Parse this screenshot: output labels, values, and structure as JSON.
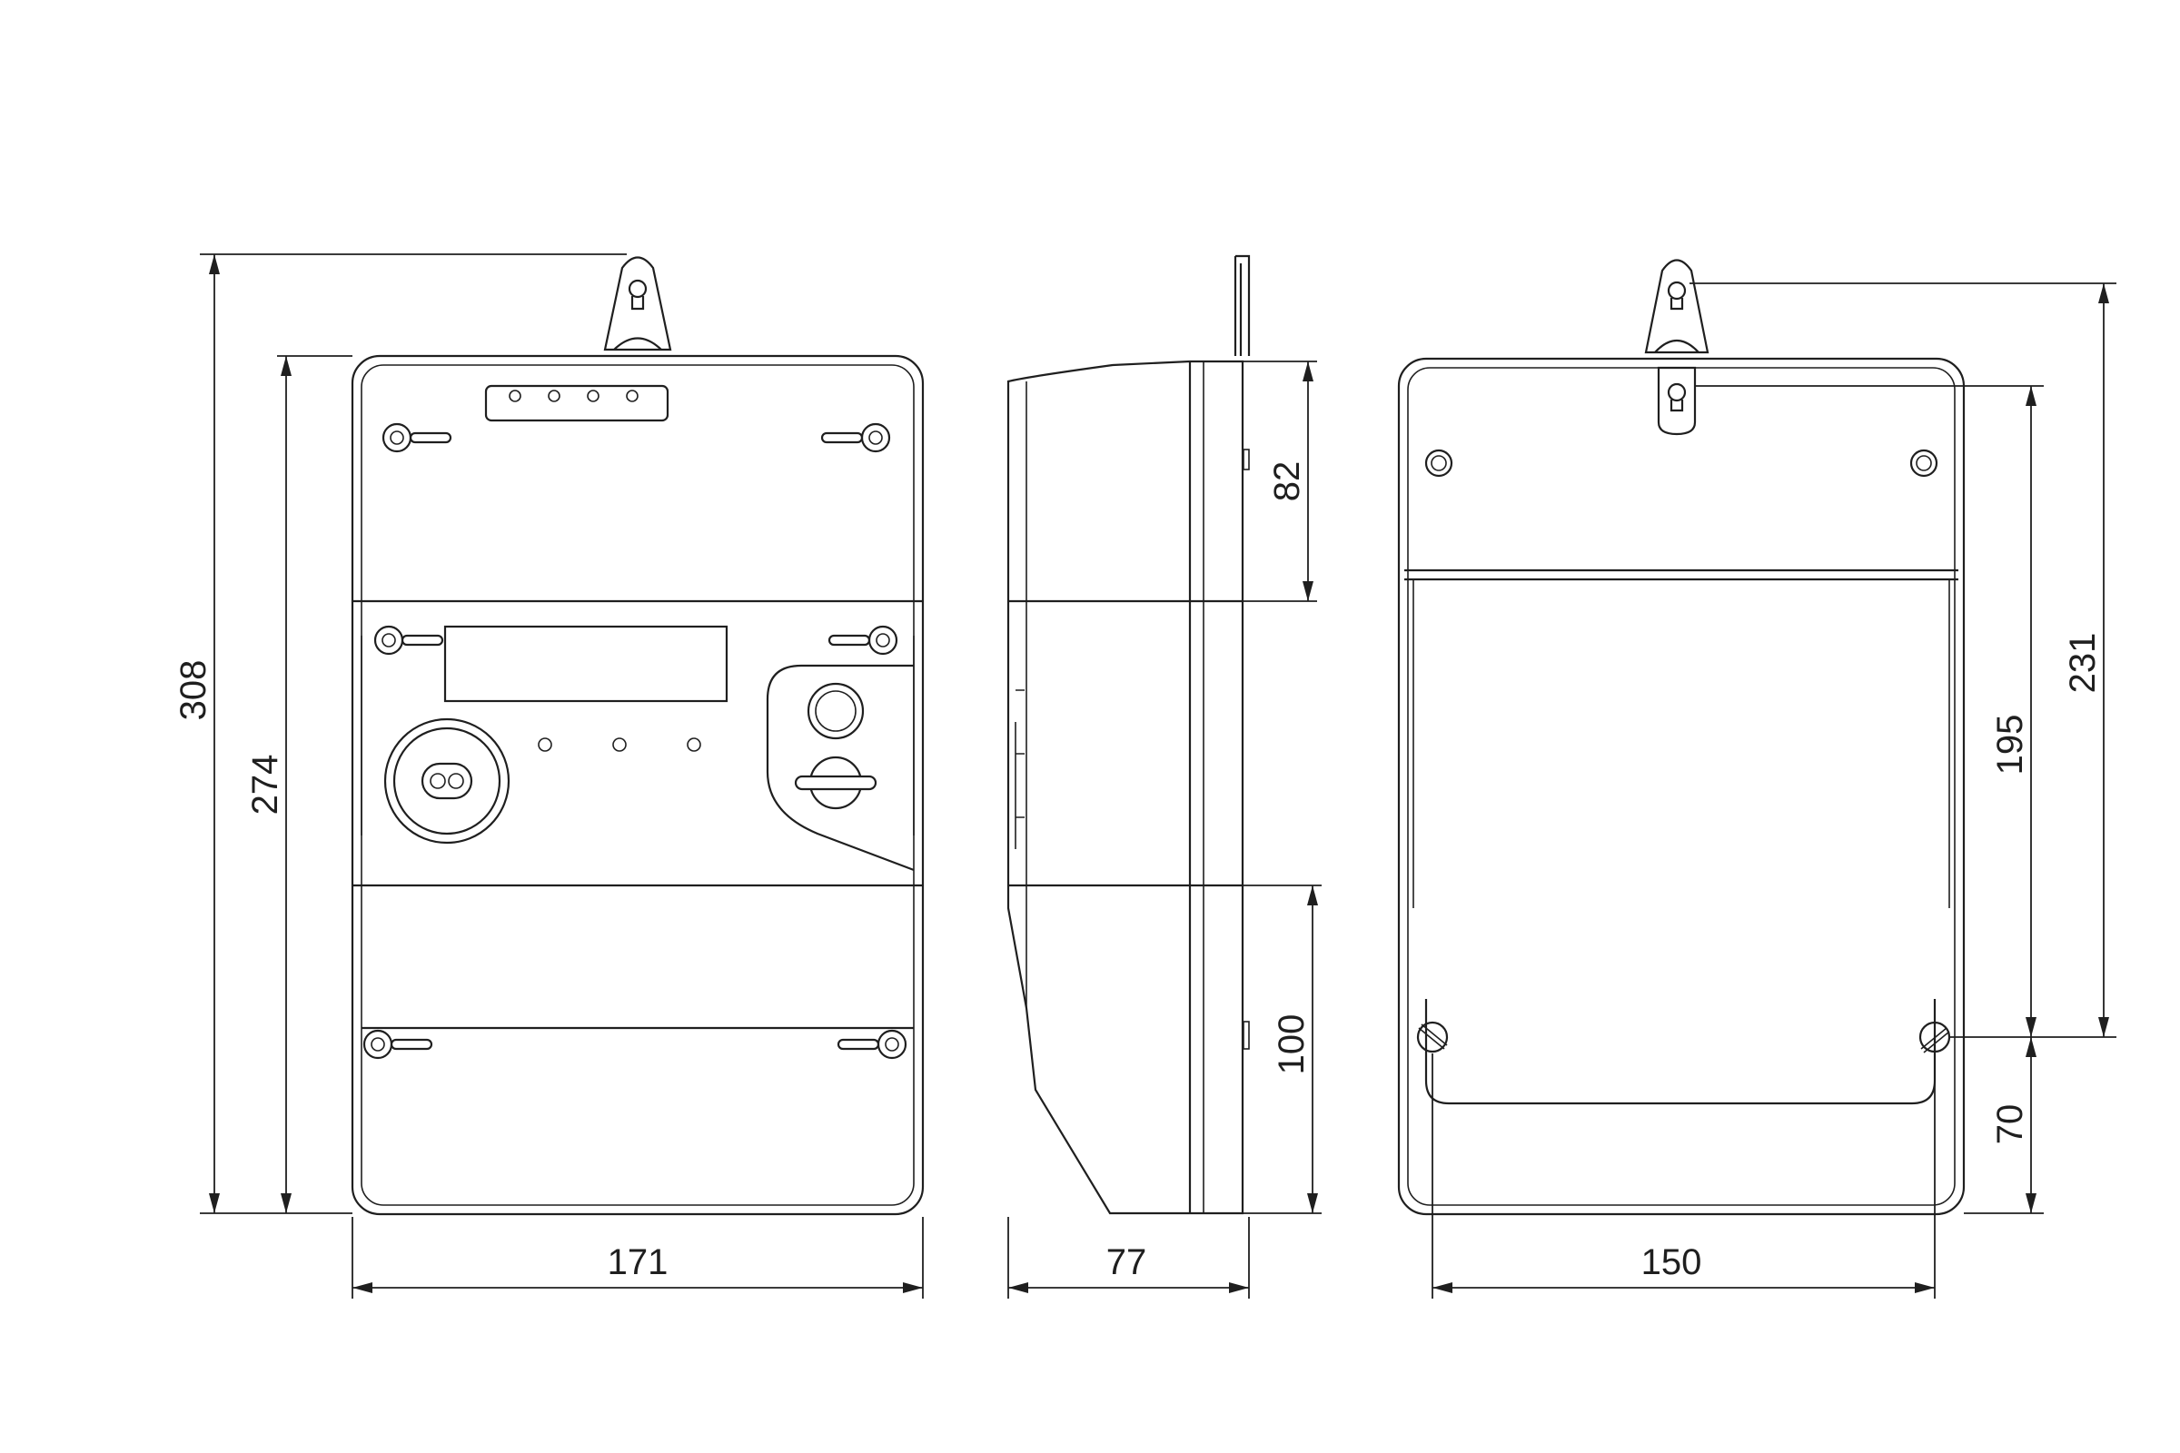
{
  "drawing": {
    "colors": {
      "line": "#1f1f1f",
      "background": "#ffffff"
    },
    "front_view": {
      "dims": {
        "overall_height": "308",
        "body_height": "274",
        "width": "171"
      }
    },
    "side_view": {
      "dims": {
        "upper_section": "82",
        "lower_section": "100",
        "depth": "77"
      }
    },
    "rear_view": {
      "dims": {
        "hanger_to_screws": "231",
        "slot_to_screws": "195",
        "screws_to_bottom": "70",
        "screw_spacing": "150"
      }
    }
  }
}
